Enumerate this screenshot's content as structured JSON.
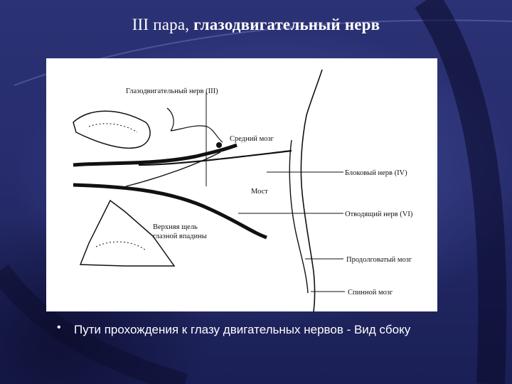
{
  "slide": {
    "title_prefix": "III пара, ",
    "title_bold": "глазодвигательный нерв",
    "bullet_marker": "•",
    "bullet_text": "Пути прохождения к глазу двигательных нервов - Вид сбоку"
  },
  "diagram": {
    "labels": {
      "oculomotor": "Глазодвигательный нерв (III)",
      "midbrain": "Средний мозг",
      "trochlear": "Блоковый нерв (IV)",
      "pons": "Мост",
      "abducens": "Отводящий нерв (VI)",
      "fissure_line1": "Верхняя щель",
      "fissure_line2": "глазной впадины",
      "medulla": "Продолговатый мозг",
      "spinal": "Спинной мозг"
    }
  },
  "colors": {
    "background": "#262c6c",
    "title_text": "#ffffff",
    "figure_background": "#ffffff",
    "figure_ink": "#111111"
  }
}
